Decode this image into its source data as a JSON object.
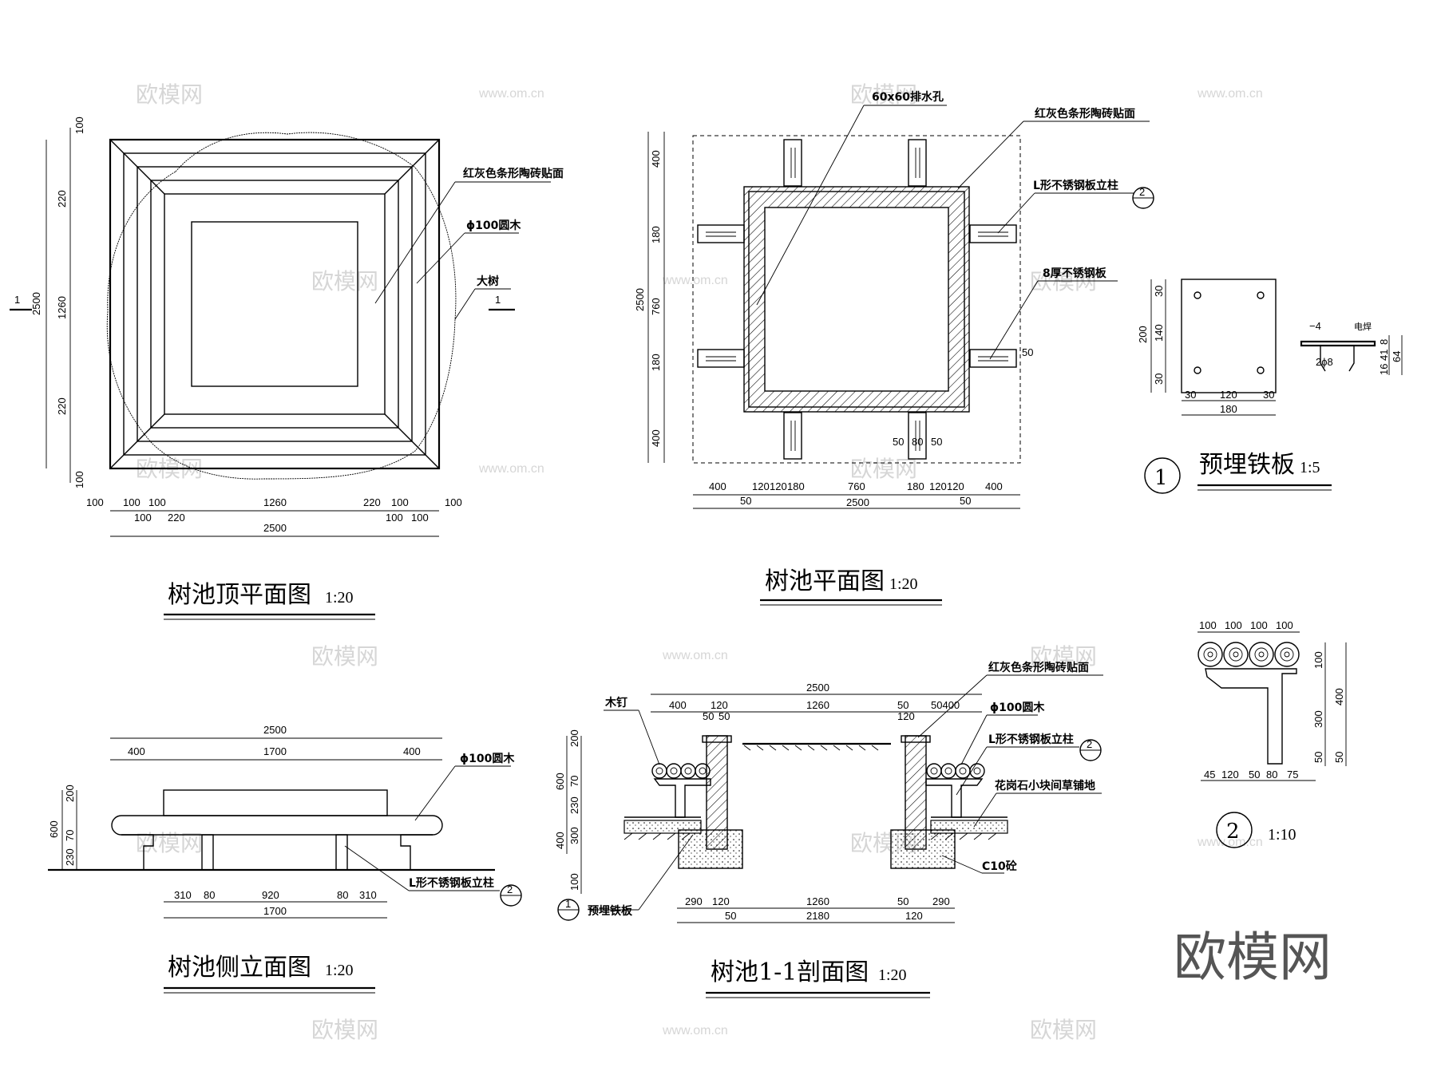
{
  "watermark": {
    "cn": "欧模网",
    "url": "www.om.cn"
  },
  "logo": "欧模网",
  "views": {
    "top_plan": {
      "title": "树池顶平面图",
      "scale": "1:20"
    },
    "plan": {
      "title": "树池平面图",
      "scale": "1:20"
    },
    "side": {
      "title": "树池侧立面图",
      "scale": "1:20"
    },
    "section": {
      "title": "树池1-1剖面图",
      "scale": "1:20"
    },
    "detail1": {
      "title": "预埋铁板",
      "scale": "1:5",
      "number": "1"
    },
    "detail2": {
      "scale": "1:10",
      "number": "2"
    }
  },
  "labels": {
    "tile": "红灰色条形陶砖贴面",
    "log": "ϕ100圆木",
    "tree": "大树",
    "drain": "60x60排水孔",
    "l_post": "L形不锈钢板立柱",
    "plate8": "8厚不锈钢板",
    "nail": "木钉",
    "granite": "花岗石小块间草铺地",
    "c10": "C10砼",
    "embed": "预埋铁板",
    "weld": "电焊",
    "bar": "2ϕ8",
    "thick": "−4",
    "cut": "1",
    "ref2": "2",
    "ref1": "1"
  },
  "dims": {
    "total": "2500",
    "d100": "100",
    "d220": "220",
    "d1260": "1260",
    "d400": "400",
    "d120": "120",
    "d180": "180",
    "d760": "760",
    "d50": "50",
    "d80": "80",
    "d1700": "1700",
    "d310": "310",
    "d920": "920",
    "d600": "600",
    "d200": "200",
    "d230": "230",
    "d70": "70",
    "d300": "300",
    "d290": "290",
    "d2180": "2180",
    "d140": "140",
    "d30": "30",
    "d16": "16",
    "d41": "41",
    "d8": "8",
    "d64": "64",
    "d45": "45",
    "d75": "75",
    "d50400": "50400"
  }
}
